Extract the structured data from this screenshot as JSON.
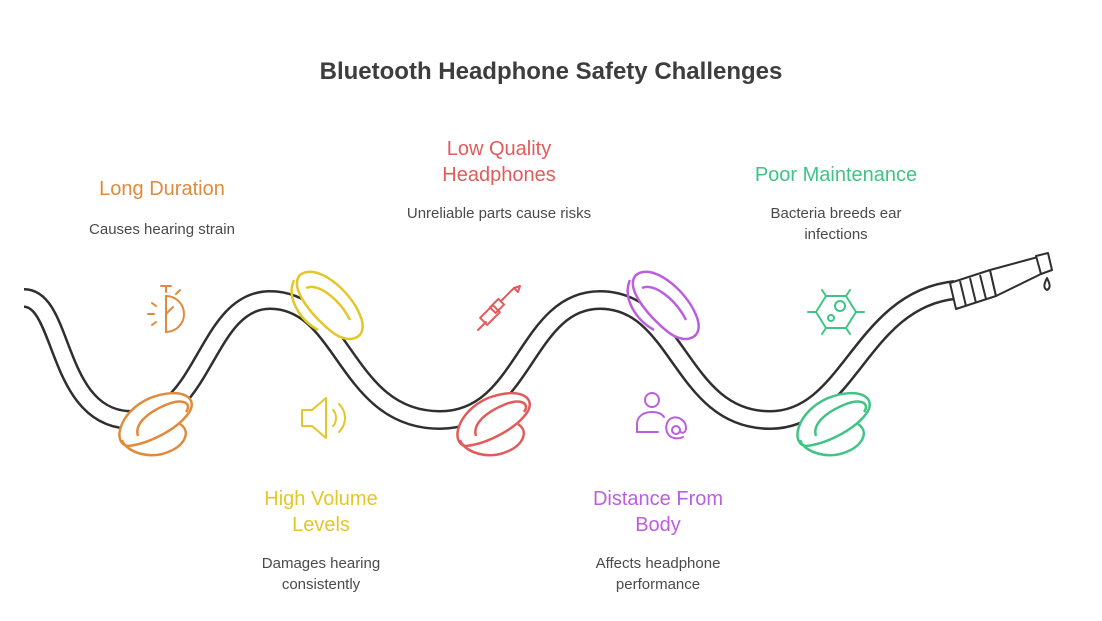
{
  "title": "Bluetooth Headphone Safety Challenges",
  "items": [
    {
      "heading": "Long Duration",
      "description": "Causes hearing strain",
      "color": "#e08a3c",
      "icon": "stopwatch-icon"
    },
    {
      "heading": "High Volume Levels",
      "description": "Damages hearing consistently",
      "color": "#e3c72a",
      "icon": "speaker-volume-icon"
    },
    {
      "heading": "Low Quality Headphones",
      "description": "Unreliable parts cause risks",
      "color": "#e25b5b",
      "icon": "audio-jack-icon"
    },
    {
      "heading": "Distance From Body",
      "description": "Affects headphone performance",
      "color": "#bb5ee0",
      "icon": "user-at-icon"
    },
    {
      "heading": "Poor Maintenance",
      "description": "Bacteria breeds ear infections",
      "color": "#3fc486",
      "icon": "bacteria-icon"
    }
  ]
}
